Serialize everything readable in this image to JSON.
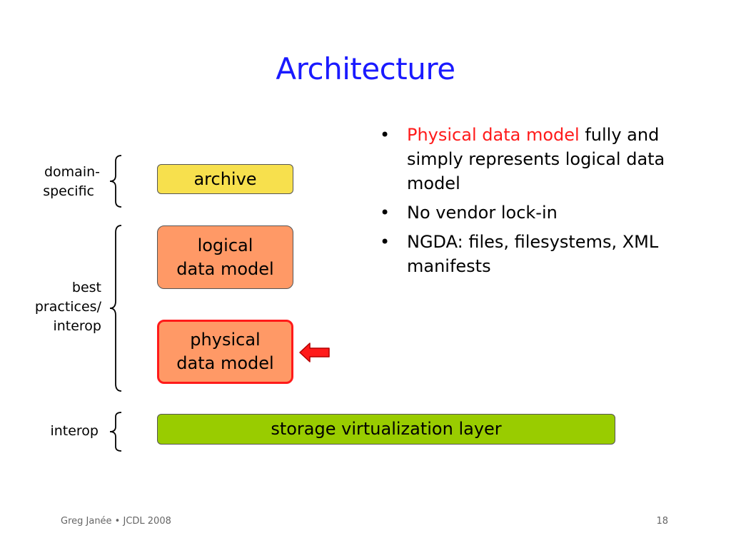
{
  "slide": {
    "title": "Architecture",
    "footer": {
      "author": "Greg Janée • JCDL 2008",
      "page_number": "18"
    }
  },
  "diagram": {
    "groups": [
      {
        "label_lines": [
          "domain-",
          "specific"
        ]
      },
      {
        "label_lines": [
          "best",
          "practices/",
          "interop"
        ]
      },
      {
        "label_lines": [
          "interop"
        ]
      }
    ],
    "boxes": {
      "archive": {
        "lines": [
          "archive"
        ],
        "color": "#f7e04d"
      },
      "logical": {
        "lines": [
          "logical",
          "data model"
        ],
        "color": "#ff9966"
      },
      "physical": {
        "lines": [
          "physical",
          "data model"
        ],
        "color": "#ff9966",
        "highlight_border": "#ff1a1a"
      },
      "storage": {
        "lines": [
          "storage virtualization layer"
        ],
        "color": "#99cc00"
      }
    },
    "pointer_arrow": {
      "color": "#ff1a1a",
      "points_to": "physical"
    }
  },
  "bullets": [
    {
      "dot": "•",
      "highlight": "Physical data model",
      "text": " fully and simply represents logical data model"
    },
    {
      "dot": "•",
      "text": "No vendor lock-in"
    },
    {
      "dot": "•",
      "text": "NGDA: files, filesystems, XML manifests"
    }
  ],
  "colors": {
    "title": "#1a1aff",
    "highlight_text": "#ff1a1a"
  }
}
